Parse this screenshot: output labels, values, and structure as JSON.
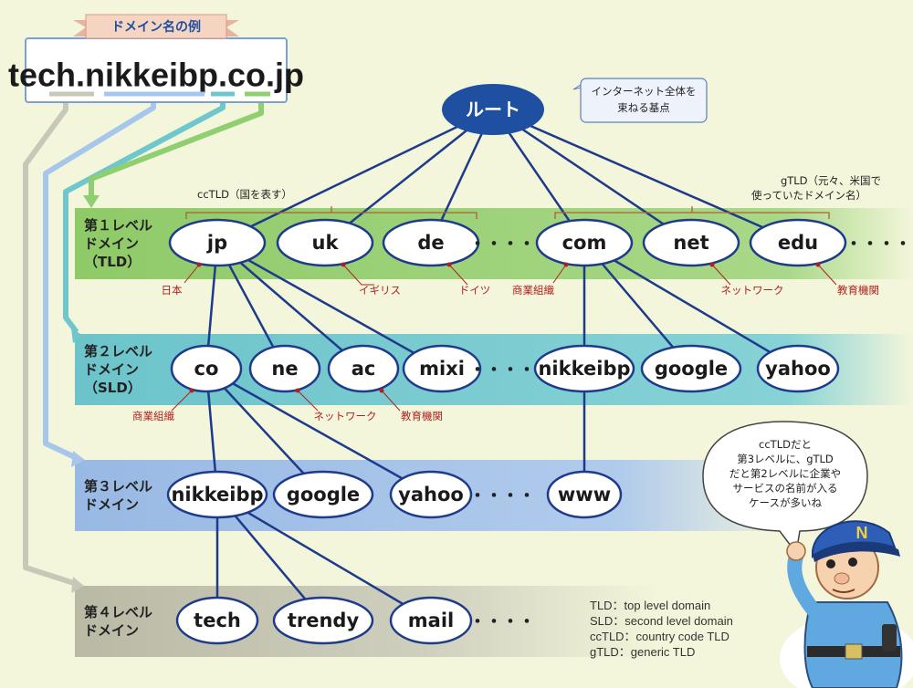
{
  "example": {
    "ribbon": "ドメイン名の例",
    "domain": "tech.nikkeibp.co.jp"
  },
  "root": {
    "label": "ルート",
    "callout_line1": "インターネット全体を",
    "callout_line2": "束ねる基点"
  },
  "levels": [
    {
      "line1": "第１レベル",
      "line2": "ドメイン",
      "line3": "（TLD）"
    },
    {
      "line1": "第２レベル",
      "line2": "ドメイン",
      "line3": "（SLD）"
    },
    {
      "line1": "第３レベル",
      "line2": "ドメイン",
      "line3": ""
    },
    {
      "line1": "第４レベル",
      "line2": "ドメイン",
      "line3": ""
    }
  ],
  "nodes": {
    "l1": [
      "jp",
      "uk",
      "de",
      "com",
      "net",
      "edu"
    ],
    "l2": [
      "co",
      "ne",
      "ac",
      "mixi",
      "nikkeibp",
      "google",
      "yahoo"
    ],
    "l3": [
      "nikkeibp",
      "google",
      "yahoo",
      "www"
    ],
    "l4": [
      "tech",
      "trendy",
      "mail"
    ]
  },
  "ellipsis": "・・・・",
  "groups": {
    "cctld": "ccTLD（国を表す）",
    "gtld_line1": "gTLD（元々、米国で",
    "gtld_line2": "使っていたドメイン名）"
  },
  "annotations": {
    "jp": "日本",
    "uk": "イギリス",
    "de": "ドイツ",
    "com": "商業組織",
    "net": "ネットワーク",
    "edu": "教育機関",
    "co": "商業組織",
    "ne": "ネットワーク",
    "ac": "教育機関"
  },
  "speech": [
    "ccTLDだと",
    "第3レベルに、gTLD",
    "だと第2レベルに企業や",
    "サービスの名前が入る",
    "ケースが多いね"
  ],
  "legend": [
    "TLD：top level domain",
    "SLD：second level domain",
    "ccTLD：country code TLD",
    "gTLD：generic TLD"
  ],
  "mascot": {
    "cap_letter": "N"
  },
  "colors": {
    "band1": "#9ed178",
    "band2": "#75cbd0",
    "band3": "#a5c3e8",
    "band4": "#c4c4b0",
    "line": "#1e3a8a",
    "root": "#1e4fa0",
    "annotation": "#b02020"
  }
}
